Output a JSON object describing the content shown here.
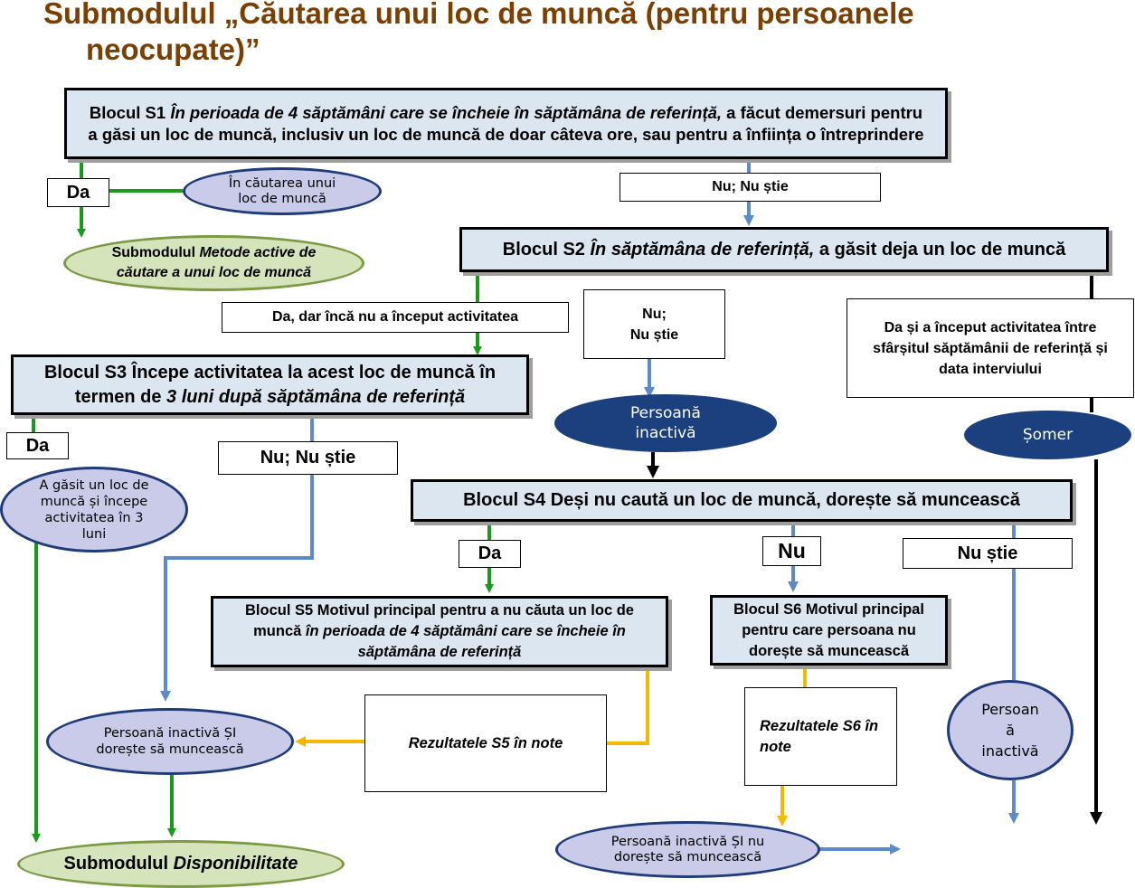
{
  "title": {
    "line1": "Submodulul „Căutarea unui loc de muncă (pentru persoanele",
    "line2": "neocupate)”"
  },
  "s1": {
    "bold_prefix": "Blocul S1 ",
    "italic": "În perioada de 4 săptămâni care se încheie în săptămâna de referință,",
    "rest": " a făcut demersuri pentru a găsi un loc de muncă, inclusiv un loc de muncă de doar câteva ore, sau pentru a înființa o întreprindere"
  },
  "s1_da": "Da",
  "s1_ell": "În căutarea unui loc de muncă",
  "metode": {
    "prefix": "Submodulul ",
    "italic": "Metode active de căutare a unui loc de muncă"
  },
  "s1_nu": "Nu; Nu știe",
  "s2": {
    "prefix": "Blocul S2 ",
    "italic": "În săptămâna de referință,",
    "rest": " a găsit deja un loc de muncă"
  },
  "s2_da_nu": "Da, dar încă nu a început activitatea",
  "s2_nu": {
    "line1": "Nu;",
    "line2": "Nu știe"
  },
  "s2_da": "Da și a început activitatea între sfârșitul săptămânii de referință și data interviului",
  "s3": {
    "prefix": "Blocul S3 Începe activitatea la acest loc de muncă în termen de ",
    "italic": "3 luni după săptămâna de referință"
  },
  "s3_da": "Da",
  "s3_ell": "A găsit un loc de muncă și începe activitatea în 3 luni",
  "s3_nu": "Nu; Nu știe",
  "inactiva_dark": "Persoană inactivă",
  "somer": "Șomer",
  "s4": "Blocul S4 Deși nu caută un loc de muncă, dorește să muncească",
  "s4_da": "Da",
  "s4_nu": "Nu",
  "s4_nustie": "Nu știe",
  "s5": {
    "prefix": "Blocul S5 Motivul principal pentru a nu căuta un loc de muncă ",
    "italic": "în perioada de 4 săptămâni  care se încheie în săptămâna  de referință"
  },
  "s6": "Blocul S6 Motivul principal pentru care persoana nu dorește să muncească",
  "rez_s5": "Rezultatele  S5 în note",
  "rez_s6": "Rezultatele  S6 în note",
  "inactiva_si_doreste": "Persoană inactivă ȘI dorește să muncească",
  "inactiva_nu_doreste": "Persoană inactivă ȘI nu dorește să muncească",
  "inactiva_split": {
    "line1": "Persoan",
    "line2": "ă",
    "line3": "inactivă"
  },
  "disponibilitate": {
    "prefix": "Submodulul ",
    "italic": "Disponibilitate"
  },
  "colors": {
    "green": "#1a9a1a",
    "blue": "#5b8cc8",
    "black": "#000000",
    "yellow": "#f5b800",
    "title": "#7B3F00"
  }
}
